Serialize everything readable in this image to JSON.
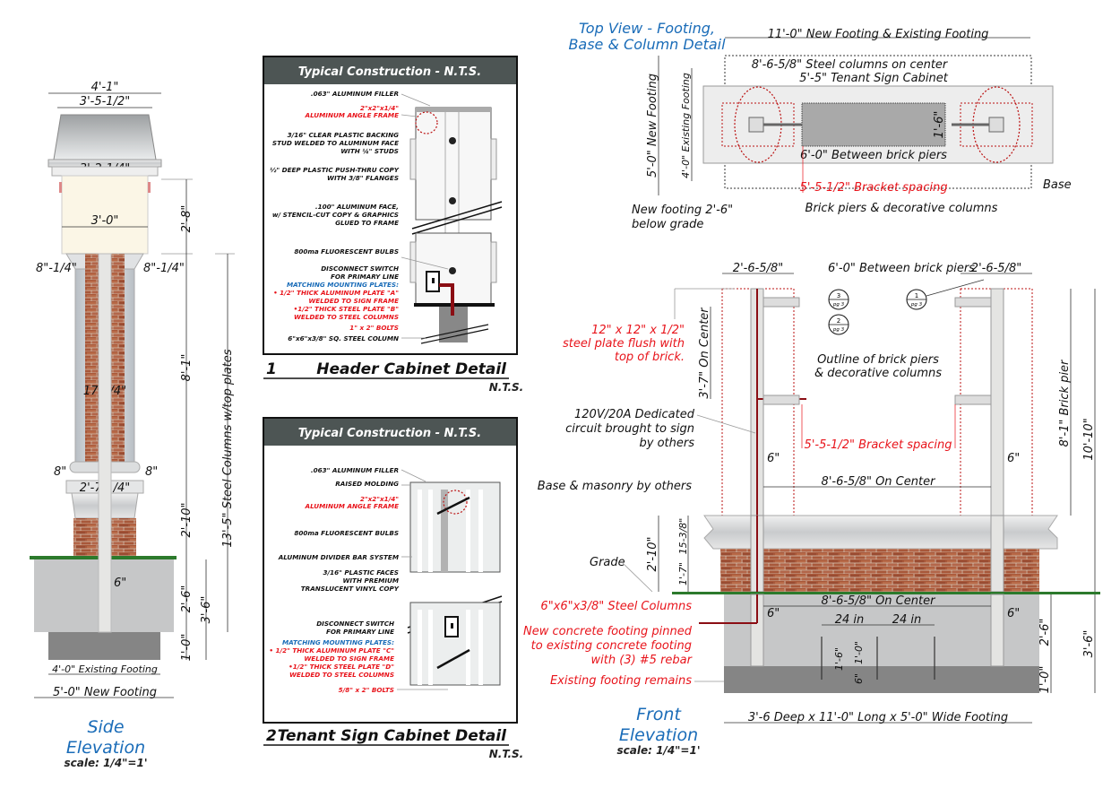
{
  "side_elevation": {
    "title_line1": "Side",
    "title_line2": "Elevation",
    "scale": "scale: 1/4\"=1'",
    "dims": {
      "top_width": "4'-1\"",
      "cap_width": "3'-5-1/2\"",
      "cornice_width": "3'-2-1/4\"",
      "cabinet_width": "3'-0\"",
      "cabinet_height": "2'-8\"",
      "left_offset_top": "8\"-1/4\"",
      "right_offset_top": "8\"-1/4\"",
      "column_width": "17-1/4\"",
      "pier_height": "8'-1\"",
      "left_offset_base": "8\"",
      "right_offset_base": "8\"",
      "base_width": "2'-7-1/4\"",
      "base_height": "2'-10\"",
      "steel_columns": "13'-5\" Steel Columns w/top plates",
      "steel_width": "6\"",
      "footing_depth": "2'-6\"",
      "total_depth": "3'-6\"",
      "existing_depth": "1'-0\"",
      "existing_footing": "4'-0\" Existing Footing",
      "new_footing": "5'-0\" New Footing"
    }
  },
  "detail1": {
    "header": "Typical Construction - N.T.S.",
    "number": "1",
    "title": "Header Cabinet Detail",
    "nts": "N.T.S.",
    "notes": [
      {
        "text": ".063\" ALUMINUM FILLER",
        "color": "black"
      },
      {
        "text": "2\"x2\"x1/4\"",
        "color": "red"
      },
      {
        "text": "ALUMINUM ANGLE FRAME",
        "color": "red"
      },
      {
        "text": "3/16\" CLEAR PLASTIC BACKING",
        "color": "black"
      },
      {
        "text": "STUD WELDED TO ALUMINUM FACE",
        "color": "black"
      },
      {
        "text": "WITH ¼\" STUDS",
        "color": "black"
      },
      {
        "text": "½\" DEEP PLASTIC PUSH-THRU COPY",
        "color": "black"
      },
      {
        "text": "WITH 3/8\" FLANGES",
        "color": "black"
      },
      {
        "text": ".100\" ALUMINUM FACE,",
        "color": "black"
      },
      {
        "text": "w/ STENCIL-CUT COPY & GRAPHICS",
        "color": "black"
      },
      {
        "text": "GLUED TO FRAME",
        "color": "black"
      },
      {
        "text": "800ma FLUORESCENT BULBS",
        "color": "black"
      },
      {
        "text": "DISCONNECT SWITCH",
        "color": "black"
      },
      {
        "text": "FOR PRIMARY LINE",
        "color": "black"
      },
      {
        "text": "MATCHING MOUNTING PLATES:",
        "color": "blue"
      },
      {
        "text": "• 1/2\" THICK ALUMINUM PLATE \"A\"",
        "color": "red"
      },
      {
        "text": "WELDED TO SIGN FRAME",
        "color": "red"
      },
      {
        "text": "•1/2\" THICK STEEL PLATE \"B\"",
        "color": "red"
      },
      {
        "text": "WELDED TO STEEL COLUMNS",
        "color": "red"
      },
      {
        "text": "1\" x 2\" BOLTS",
        "color": "red"
      },
      {
        "text": "6\"x6\"x3/8\" SQ. STEEL COLUMN",
        "color": "black"
      }
    ]
  },
  "detail2": {
    "header": "Typical Construction - N.T.S.",
    "number": "2",
    "title": "Tenant Sign Cabinet Detail",
    "nts": "N.T.S.",
    "notes": [
      {
        "text": ".063\" ALUMINUM FILLER",
        "color": "black"
      },
      {
        "text": "RAISED MOLDING",
        "color": "black"
      },
      {
        "text": "2\"x2\"x1/4\"",
        "color": "red"
      },
      {
        "text": "ALUMINUM ANGLE FRAME",
        "color": "red"
      },
      {
        "text": "800ma FLUORESCENT BULBS",
        "color": "black"
      },
      {
        "text": "ALUMINUM DIVIDER BAR SYSTEM",
        "color": "black"
      },
      {
        "text": "3/16\" PLASTIC FACES",
        "color": "black"
      },
      {
        "text": "WITH PREMIUM",
        "color": "black"
      },
      {
        "text": "TRANSLUCENT VINYL COPY",
        "color": "black"
      },
      {
        "text": "DISCONNECT SWITCH",
        "color": "black"
      },
      {
        "text": "FOR PRIMARY LINE",
        "color": "black"
      },
      {
        "text": "MATCHING MOUNTING PLATES:",
        "color": "blue"
      },
      {
        "text": "• 1/2\" THICK ALUMINUM PLATE \"C\"",
        "color": "red"
      },
      {
        "text": "WELDED TO SIGN FRAME",
        "color": "red"
      },
      {
        "text": "•1/2\" THICK STEEL PLATE \"D\"",
        "color": "red"
      },
      {
        "text": "WELDED TO STEEL COLUMNS",
        "color": "red"
      },
      {
        "text": "5/8\" x 2\" BOLTS",
        "color": "red"
      }
    ]
  },
  "top_view": {
    "title_line1": "Top View - Footing,",
    "title_line2": "Base & Column Detail",
    "dims": {
      "overall": "11'-0\" New Footing & Existing Footing",
      "steel_oc": "8'-6-5/8\" Steel columns on center",
      "tenant_cabinet": "5'-5\" Tenant Sign Cabinet",
      "cabinet_depth": "1'-6\"",
      "between_piers": "6'-0\" Between brick piers",
      "bracket_spacing": "5'-5-1/2\" Bracket spacing",
      "new_footing": "5'-0\" New Footing",
      "existing_footing": "4'-0\" Existing Footing"
    },
    "labels": {
      "base": "Base",
      "brick_piers": "Brick piers & decorative columns",
      "new_footing_note_1": "New footing 2'-6\"",
      "new_footing_note_2": "below grade"
    }
  },
  "front_elevation": {
    "title_line1": "Front",
    "title_line2": "Elevation",
    "scale": "scale: 1/4\"=1'",
    "dims": {
      "left_pier": "2'-6-5/8\"",
      "between_piers": "6'-0\" Between brick piers",
      "right_pier": "2'-6-5/8\"",
      "bracket_oc": "3'-7\" On Center",
      "bracket_spacing": "5'-5-1/2\" Bracket spacing",
      "on_center_upper": "8'-6-5/8\" On Center",
      "on_center_lower": "8'-6-5/8\" On Center",
      "steel_width_left_upper": "6\"",
      "steel_width_right_upper": "6\"",
      "steel_width_left_lower": "6\"",
      "steel_width_right_lower": "6\"",
      "brick_pier": "8'-1\" Brick pier",
      "total_height": "10'-10\"",
      "base_height": "2'-10\"",
      "cap_height": "15-3/8\"",
      "brick_height": "1'-7\"",
      "rebar_spacing_1": "24 in",
      "rebar_spacing_2": "24 in",
      "rebar_depth": "1'-6\"",
      "rebar_embed": "1'-0\"",
      "rebar_offset": "6\"",
      "footing_depth": "2'-6\"",
      "existing_depth": "1'-0\"",
      "total_depth": "3'-6\"",
      "footing_size": "3'-6 Deep x 11'-0\" Long x 5'-0\" Wide Footing"
    },
    "callouts": {
      "ref1": {
        "num": "1",
        "pg": "pg 3"
      },
      "ref2": {
        "num": "2",
        "pg": "pg 3"
      },
      "ref3": {
        "num": "3",
        "pg": "pg 3"
      }
    },
    "labels": {
      "steel_plate_1": "12\" x 12\" x 1/2\"",
      "steel_plate_2": "steel plate flush with",
      "steel_plate_3": "top of brick.",
      "outline_1": "Outline of brick piers",
      "outline_2": "& decorative columns",
      "circuit_1": "120V/20A Dedicated",
      "circuit_2": "circuit brought to sign",
      "circuit_3": "by others",
      "base_masonry": "Base & masonry by others",
      "grade": "Grade",
      "steel_columns": "6\"x6\"x3/8\" Steel Columns",
      "new_concrete_1": "New concrete footing pinned",
      "new_concrete_2": "to existing concrete footing",
      "new_concrete_3": "with (3) #5 rebar",
      "existing_remains": "Existing footing remains"
    }
  },
  "colors": {
    "title_blue": "#1a6cb8",
    "note_red": "#e8141b",
    "grade_green": "#2c7a2c",
    "brick": "#a85a3c",
    "panel_header": "#4d5554",
    "cabinet_face": "#fbf6e6",
    "footing_new": "#c8c8c8",
    "footing_existing": "#858585"
  }
}
